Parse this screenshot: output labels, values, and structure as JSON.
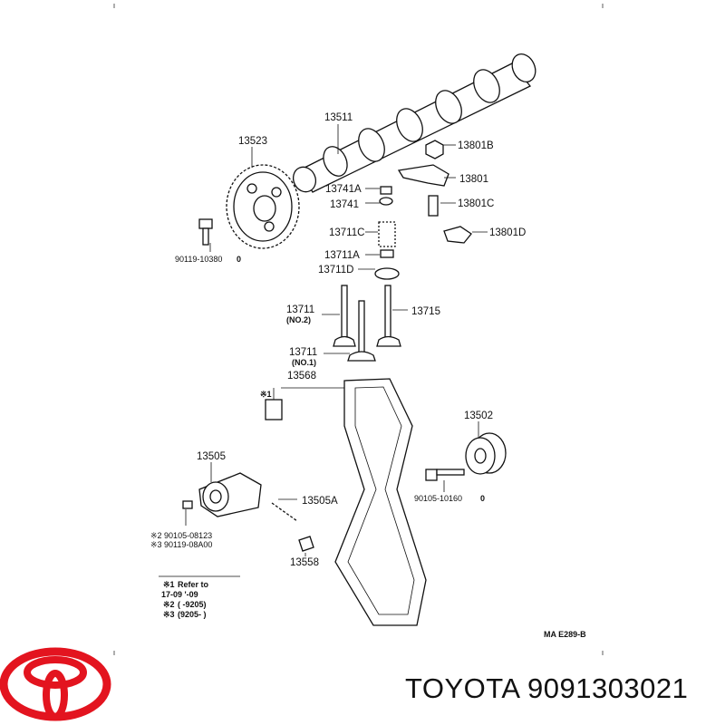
{
  "labels": {
    "camshaft": "13511",
    "cam_pulley": "13523",
    "pulley_bolt": "90119-10380",
    "pulley_bolt_suffix": "0",
    "nut": "13801B",
    "rocker_arm": "13801",
    "retainer_lock": "13741A",
    "retainer": "13741",
    "adjust_screw": "13801C",
    "valve_spring": "13711C",
    "clip": "13801D",
    "spring_seat": "13711A",
    "washer": "13711D",
    "intake_valve": "13711",
    "intake_valve_no": "(NO.2)",
    "exhaust_valve": "13715",
    "intake_valve_2": "13711",
    "intake_valve_2_no": "(NO.1)",
    "timing_belt": "13568",
    "note_marker_1": "※1",
    "idler_pulley": "13502",
    "idler_bolt": "90105-10160",
    "idler_bolt_suffix": "0",
    "tensioner": "13505",
    "tensioner_spring": "13505A",
    "tensioner_bolt_1": "※2 90105-08123",
    "tensioner_bolt_2": "※3 90119-08A00",
    "bracket": "13558",
    "figure_code": "MA  E289-B"
  },
  "notes": [
    {
      "mark": "※1",
      "text": "Refer to"
    },
    {
      "mark": "",
      "text": "17-09      '-09"
    },
    {
      "mark": "※2",
      "text": "(        -9205)"
    },
    {
      "mark": "※3",
      "text": "(9205-         )"
    }
  ],
  "brand": {
    "name": "TOYOTA",
    "part_number": "9091303021",
    "caption": "TOYOTA 9091303021",
    "logo_color": "#e3141f"
  }
}
